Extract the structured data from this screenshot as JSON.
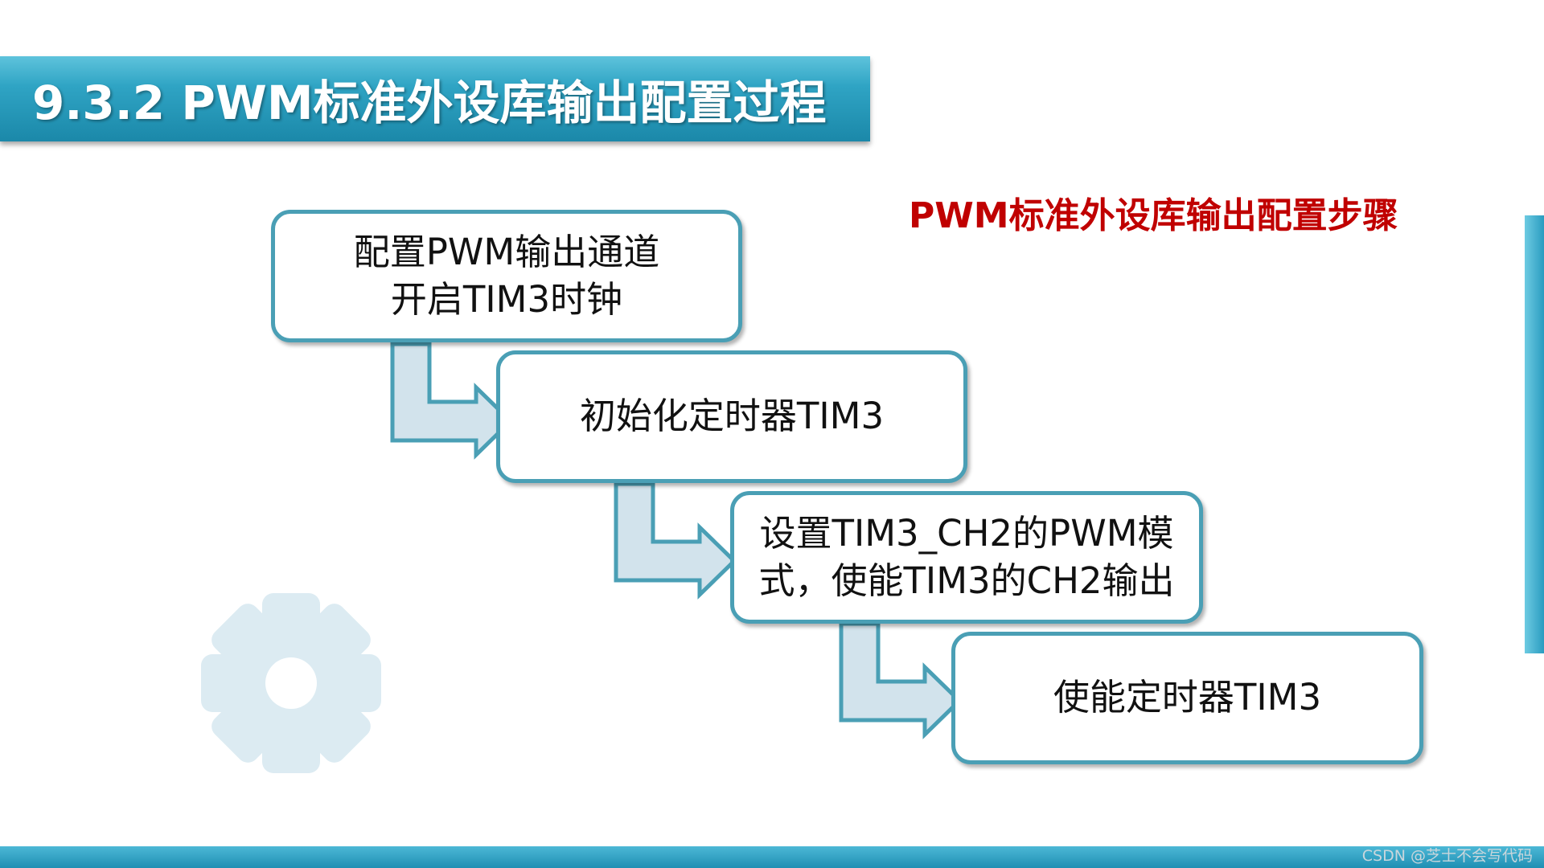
{
  "slide": {
    "title": "9.3.2 PWM标准外设库输出配置过程",
    "subtitle": "PWM标准外设库输出配置步骤",
    "watermark": "CSDN @芝士不会写代码"
  },
  "steps": [
    {
      "label": "配置PWM输出通道\n开启TIM3时钟"
    },
    {
      "label": "初始化定时器TIM3"
    },
    {
      "label": "设置TIM3_CH2的PWM模\n式，使能TIM3的CH2输出"
    },
    {
      "label": "使能定时器TIM3"
    }
  ],
  "colors": {
    "banner": "#2fa4c4",
    "subtitle": "#c00000",
    "box_border": "#4a9fb5",
    "arrow_fill": "#d2e3ec",
    "gear": "#dcebf2"
  },
  "icons": [
    "gear-icon",
    "arrow-icon"
  ]
}
